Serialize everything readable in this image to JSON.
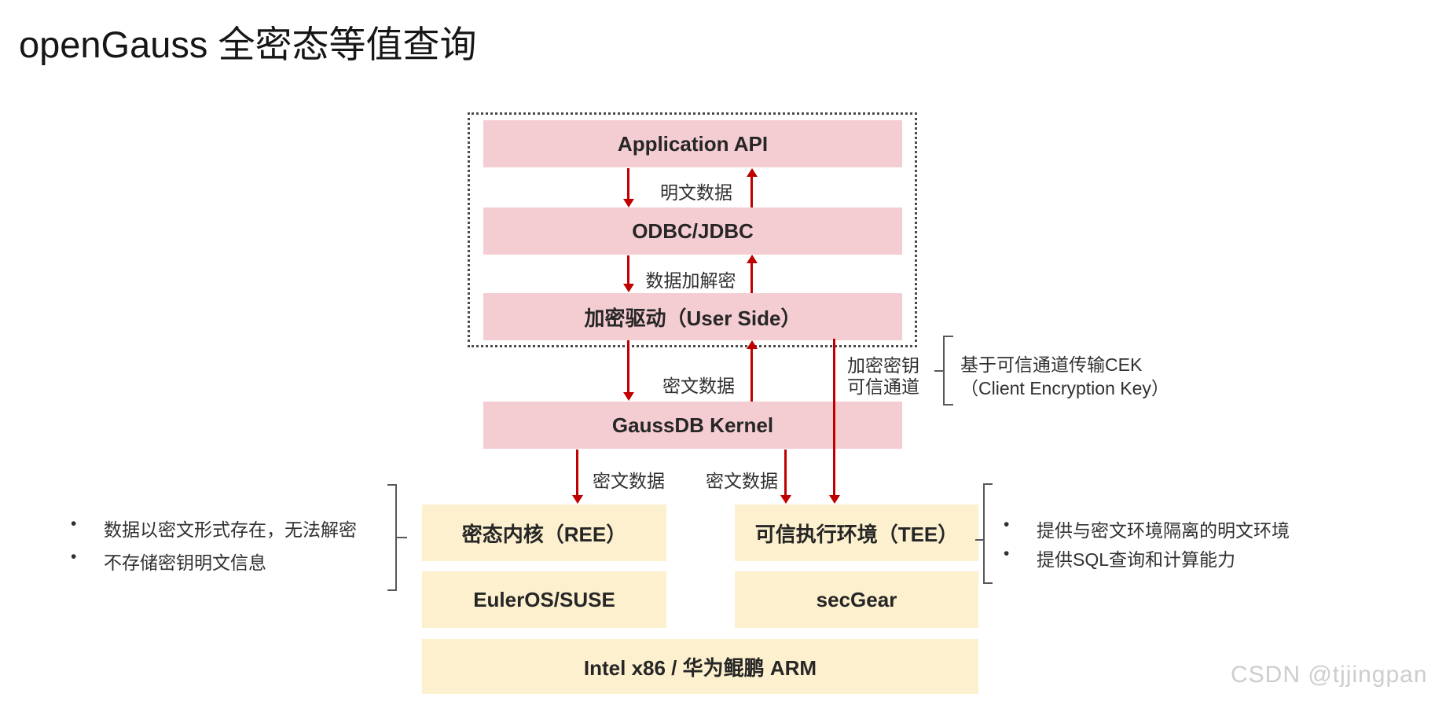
{
  "title": "openGauss 全密态等值查询",
  "bullet": "•",
  "client_stack": {
    "app_api": "Application API",
    "odbc": "ODBC/JDBC",
    "driver": "加密驱动（User Side）",
    "label_plaintext": "明文数据",
    "label_encrypt_decrypt": "数据加解密"
  },
  "kernel": {
    "name": "GaussDB Kernel",
    "label_ciphertext_up": "密文数据",
    "label_ciphertext_ree": "密文数据",
    "label_ciphertext_tee": "密文数据"
  },
  "key_channel": {
    "label_line1": "加密密钥",
    "label_line2": "可信通道",
    "note_line1": "基于可信通道传输CEK",
    "note_line2": "（Client Encryption Key）"
  },
  "platform": {
    "ree": "密态内核（REE）",
    "tee": "可信执行环境（TEE）",
    "ree_os": "EulerOS/SUSE",
    "tee_sdk": "secGear",
    "hardware": "Intel x86 / 华为鲲鹏 ARM"
  },
  "left_notes": [
    "数据以密文形式存在，无法解密",
    "不存储密钥明文信息"
  ],
  "right_notes": [
    "提供与密文环境隔离的明文环境",
    "提供SQL查询和计算能力"
  ],
  "watermark": "CSDN @tjjingpan",
  "colors": {
    "box_pink": "#f4cdd2",
    "box_yellow": "#fdf0cf",
    "arrow_red": "#c00000"
  }
}
